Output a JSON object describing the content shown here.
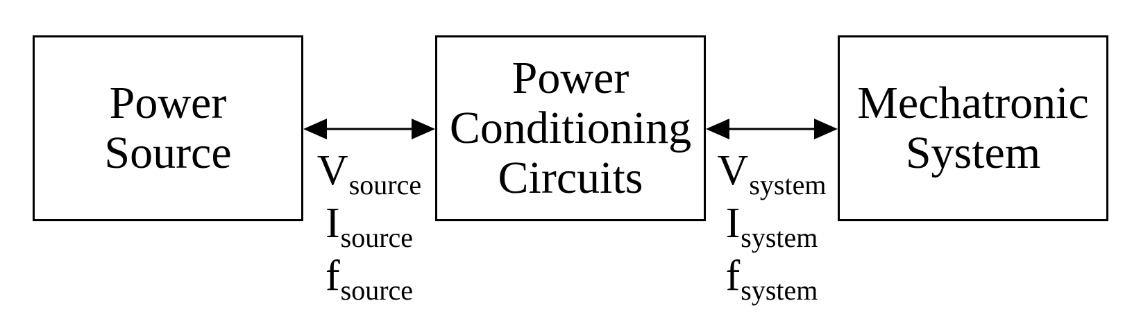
{
  "blocks": {
    "source": {
      "lines": [
        "Power",
        "Source"
      ]
    },
    "conditioning": {
      "lines": [
        "Power",
        "Conditioning",
        "Circuits"
      ]
    },
    "mechatronic": {
      "lines": [
        "Mechatronic",
        "System"
      ]
    }
  },
  "signals_left": [
    {
      "symbol": "V",
      "subscript": "source"
    },
    {
      "symbol": "I",
      "subscript": "source"
    },
    {
      "symbol": "f",
      "subscript": "source"
    }
  ],
  "signals_right": [
    {
      "symbol": "V",
      "subscript": "system"
    },
    {
      "symbol": "I",
      "subscript": "system"
    },
    {
      "symbol": "f",
      "subscript": "system"
    }
  ],
  "connections": [
    {
      "from": "source",
      "to": "conditioning",
      "arrows": "bidirectional"
    },
    {
      "from": "conditioning",
      "to": "mechatronic",
      "arrows": "bidirectional"
    }
  ],
  "colors": {
    "line": "#000000",
    "background": "#ffffff"
  }
}
